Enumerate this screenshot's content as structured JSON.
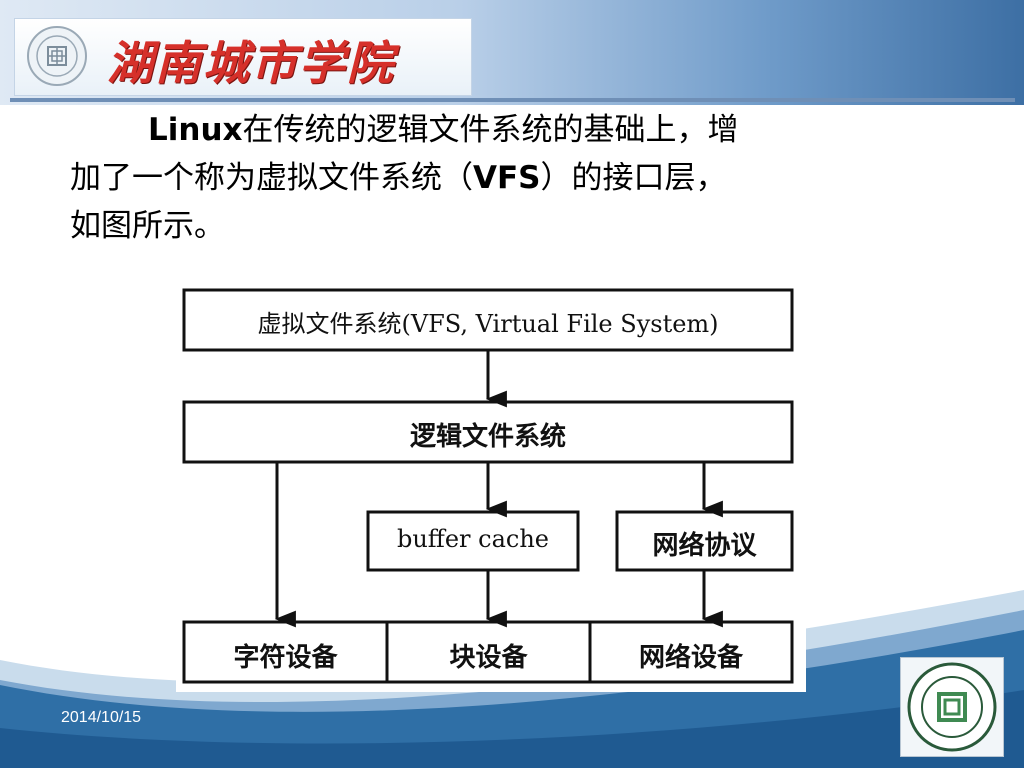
{
  "header": {
    "banner_title": "湖南城市学院"
  },
  "paragraph": {
    "line1_bold": "Linux",
    "line1_rest": "在传统的逻辑文件系统的基础上，增",
    "line2_a": "加了一个称为虚拟文件系统（",
    "line2_bold": "VFS",
    "line2_b": "）的接口层，",
    "line3": "如图所示。"
  },
  "diagram": {
    "vfs": "虚拟文件系统(VFS, Virtual File System)",
    "logical_fs": "逻辑文件系统",
    "buffer_cache": "buffer cache",
    "network_protocol": "网络协议",
    "char_device": "字符设备",
    "block_device": "块设备",
    "network_device": "网络设备"
  },
  "footer": {
    "date": "2014/10/15"
  },
  "colors": {
    "title_red": "#d6302a",
    "header_blue": "#3d6fa4",
    "wave_blue": "#2f6fa6"
  }
}
